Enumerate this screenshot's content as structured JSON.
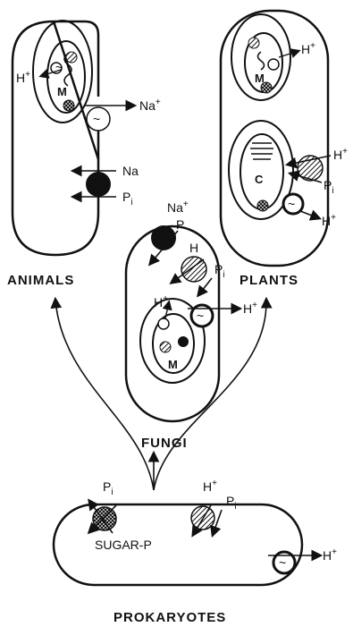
{
  "groups": {
    "animals": "ANIMALS",
    "plants": "PLANTS",
    "fungi": "FUNGI",
    "prokaryotes": "PROKARYOTES"
  },
  "organelles": {
    "mitochondrion": "M",
    "chloroplast": "C"
  },
  "labels": {
    "na_plus": "Na",
    "na": "Na",
    "h": "H",
    "p": "P",
    "pi": "P",
    "pi_sub": "i",
    "plus": "+",
    "sugar_p": "SUGAR-P",
    "tilde": "~"
  },
  "colors": {
    "ink": "#111111",
    "paper": "#ffffff"
  }
}
